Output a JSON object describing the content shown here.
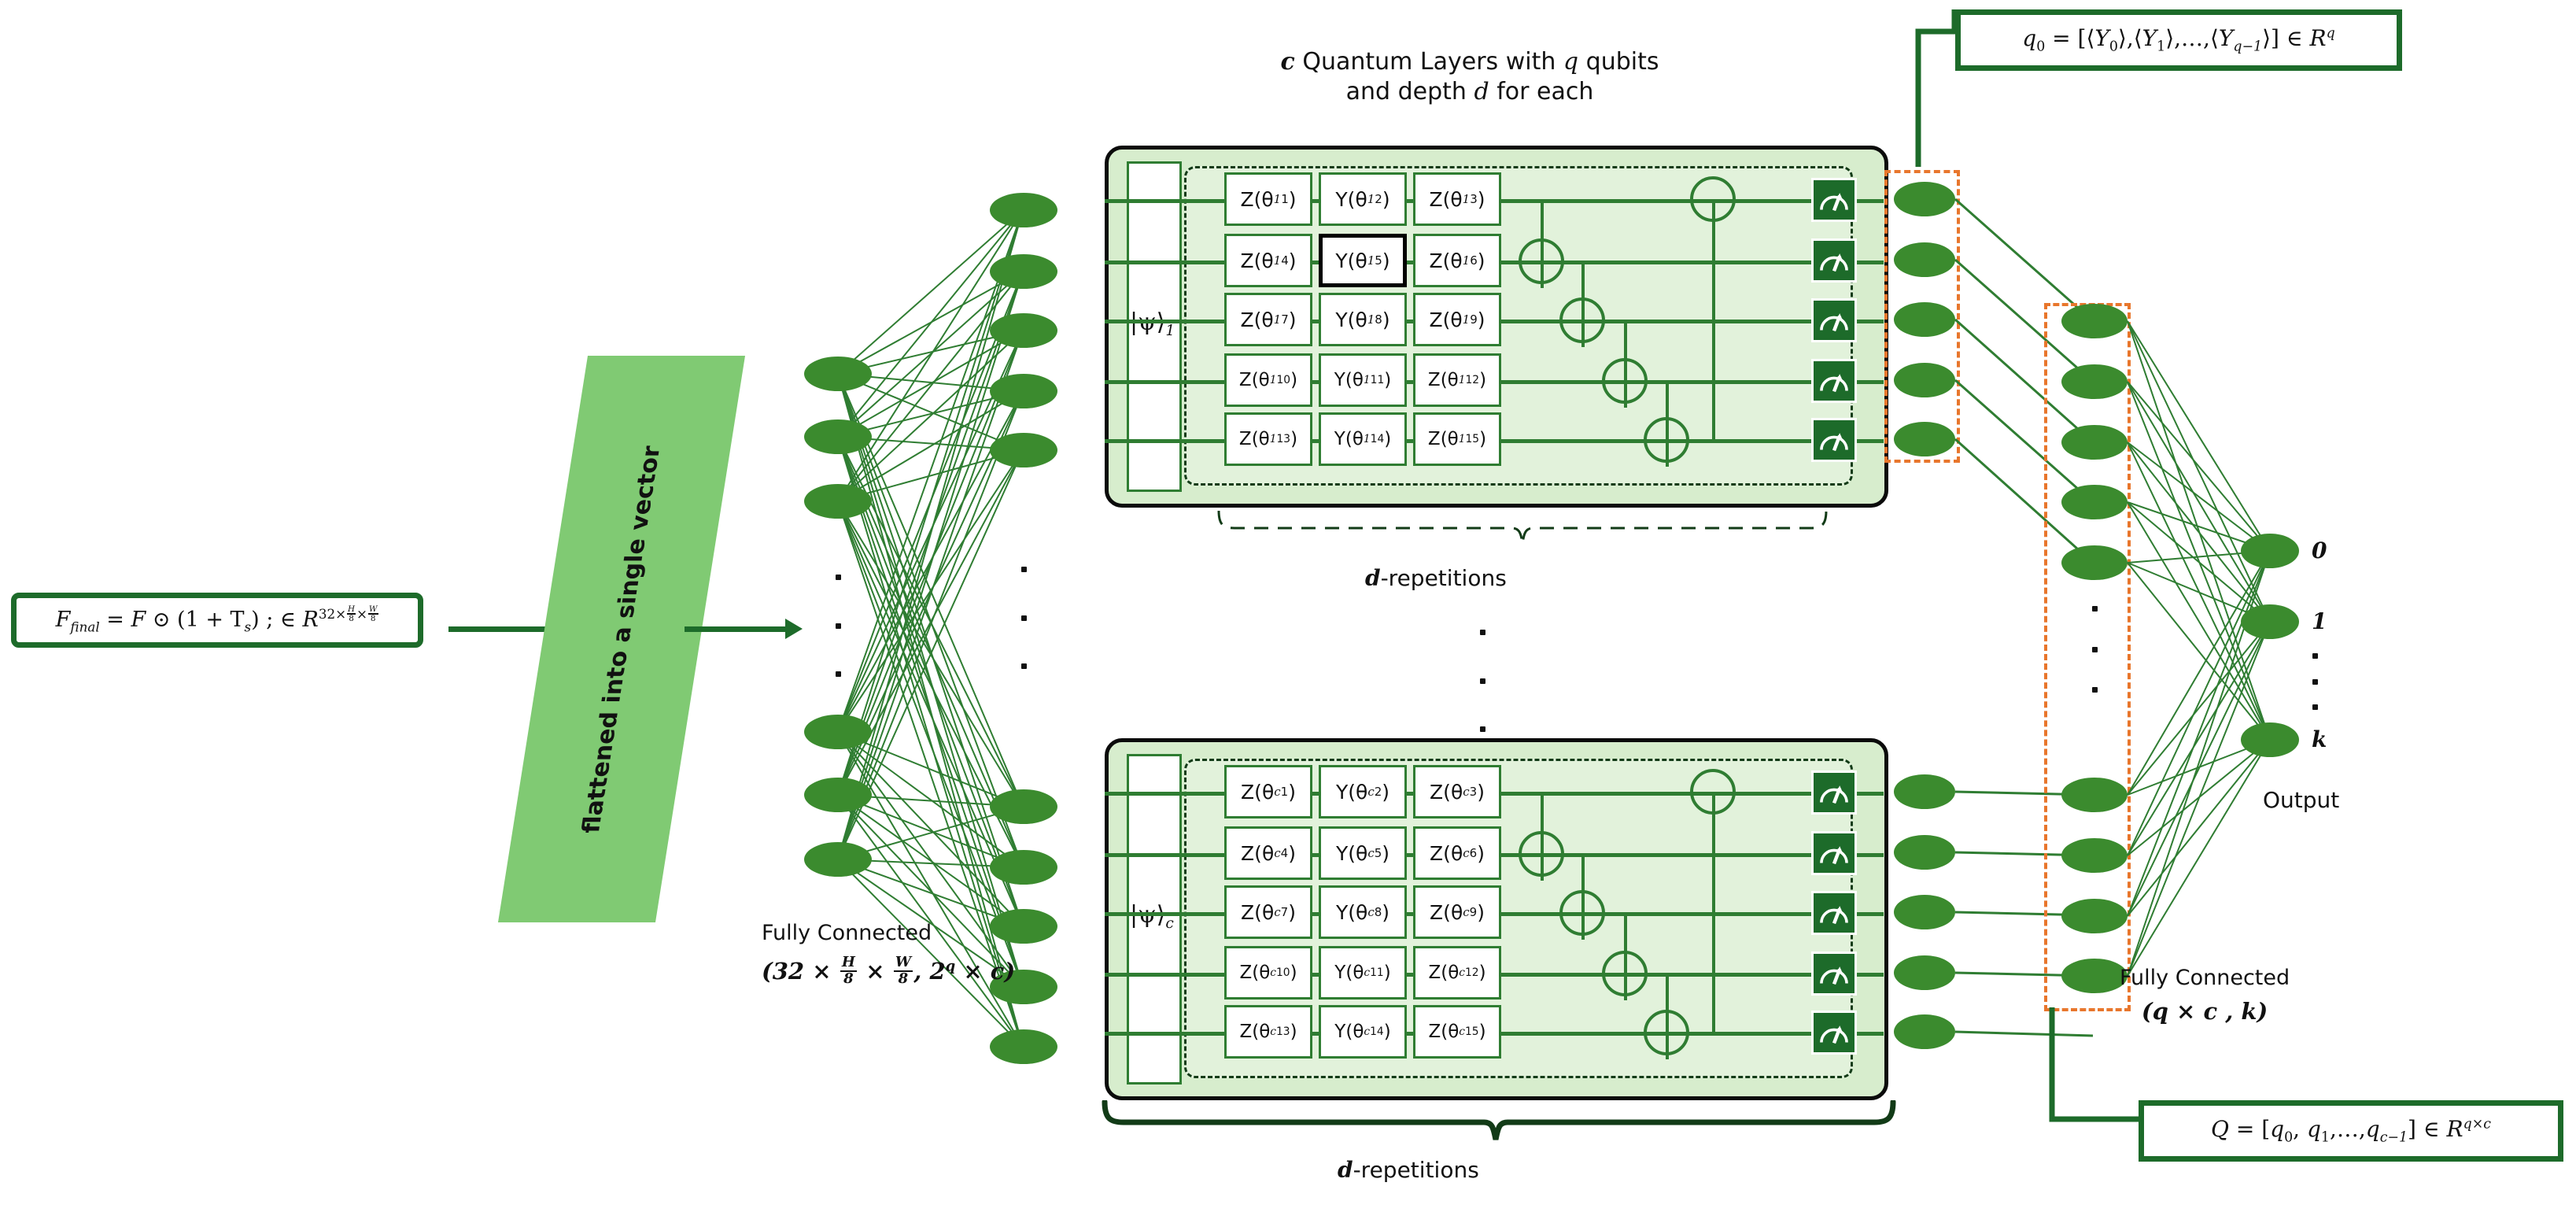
{
  "title_block": {
    "line1_prefix": "c",
    "line1_rest": " Quantum Layers with ",
    "line1_q": "q",
    "line1_tail": " qubits",
    "line2_a": "and depth ",
    "line2_d": "d",
    "line2_b": " for each",
    "full": "c Quantum Layers with q qubits and depth d for each"
  },
  "input_formula": {
    "text": "F_final = F ⊙ (1 + T_s) ; ∈ R^(32 × H/8 × W/8)",
    "lhs": "F",
    "lhs_sub": "final",
    "eq": " = ",
    "F": "F",
    "odot": "⊙",
    "paren": "(1 + T",
    "ts_sub": "s",
    "paren_close": ") ; ",
    "in": "∈",
    "R": "R",
    "exp_32": "32×",
    "exp_H": "H",
    "exp_8a": "8",
    "exp_times": "×",
    "exp_W": "W",
    "exp_8b": "8"
  },
  "flatten_banner": {
    "label": "flattened into a single vector"
  },
  "fc_left": {
    "line1": "Fully Connected",
    "line2_plain": "(32 × H/8 × W/8 , 2^q × c)",
    "open": "(",
    "n32": "32",
    "times": "×",
    "H": "H",
    "eight": "8",
    "W": "W",
    "comma": ",",
    "two": "2",
    "q": "q",
    "c": "c",
    "close": ")"
  },
  "fc_right": {
    "line1": "Fully Connected",
    "line2_plain": "(q × c , k)",
    "open": "(",
    "q": "q",
    "times": "×",
    "c": "c",
    "comma": " , ",
    "k": "k",
    "close": ")"
  },
  "d_repetitions": {
    "label_italic": "d",
    "label_rest": "-repetitions"
  },
  "output": {
    "label": "Output",
    "nodes": [
      "0",
      "1",
      "k"
    ],
    "ellipsis": "⋮"
  },
  "q0_formula": {
    "text": "q_0 = [⟨Y_0⟩,⟨Y_1⟩,…,⟨Y_(q−1)⟩] ∈ R^q",
    "q": "q",
    "sub0": "0",
    "eq": " = ",
    "open": "[",
    "y0": "Y",
    "y0s": "0",
    "y1": "Y",
    "y1s": "1",
    "dots": ",…,",
    "yq": "Y",
    "yqs": "q−1",
    "close": "]",
    "in": "∈",
    "R": "R",
    "Rsup": "q"
  },
  "Q_formula": {
    "text": "Q = [q_0, q_1, …, q_(c−1)] ∈ R^(q×c)",
    "Q": "Q",
    "eq": " = ",
    "open": "[",
    "q0": "q",
    "q0s": "0",
    "q1": "q",
    "q1s": "1",
    "dots": ",…,",
    "qc": "q",
    "qcs": "c−1",
    "close": "]",
    "in": "∈",
    "R": "R",
    "Rsup": "q×c"
  },
  "quantum_layers": [
    {
      "id": "layer-1",
      "superscript": "1",
      "state_label_ket": "|ψ⟩",
      "state_label_sub": "1",
      "gates": [
        [
          "Z",
          "1"
        ],
        [
          "Y",
          "2"
        ],
        [
          "Z",
          "3"
        ],
        [
          "Z",
          "4"
        ],
        [
          "Y",
          "5"
        ],
        [
          "Z",
          "6"
        ],
        [
          "Z",
          "7"
        ],
        [
          "Y",
          "8"
        ],
        [
          "Z",
          "9"
        ],
        [
          "Z",
          "10"
        ],
        [
          "Y",
          "11"
        ],
        [
          "Z",
          "12"
        ],
        [
          "Z",
          "13"
        ],
        [
          "Y",
          "14"
        ],
        [
          "Z",
          "15"
        ]
      ],
      "highlighted_gate_index": 4,
      "qubits": 5,
      "meter_count": 5
    },
    {
      "id": "layer-c",
      "superscript": "c",
      "state_label_ket": "|ψ⟩",
      "state_label_sub": "c",
      "gates": [
        [
          "Z",
          "1"
        ],
        [
          "Y",
          "2"
        ],
        [
          "Z",
          "3"
        ],
        [
          "Z",
          "4"
        ],
        [
          "Y",
          "5"
        ],
        [
          "Z",
          "6"
        ],
        [
          "Z",
          "7"
        ],
        [
          "Y",
          "8"
        ],
        [
          "Z",
          "9"
        ],
        [
          "Z",
          "10"
        ],
        [
          "Y",
          "11"
        ],
        [
          "Z",
          "12"
        ],
        [
          "Z",
          "13"
        ],
        [
          "Y",
          "14"
        ],
        [
          "Z",
          "15"
        ]
      ],
      "highlighted_gate_index": -1,
      "qubits": 5,
      "meter_count": 5
    }
  ],
  "colors": {
    "dark_green": "#1d6b2a",
    "node_green": "#3b8b2e",
    "panel_green": "#d7edcd",
    "banner_green": "#80ca73",
    "gate_border": "#2f7d32",
    "orange_dash": "#e8762c",
    "black": "#0b0b0b",
    "white": "#ffffff"
  }
}
